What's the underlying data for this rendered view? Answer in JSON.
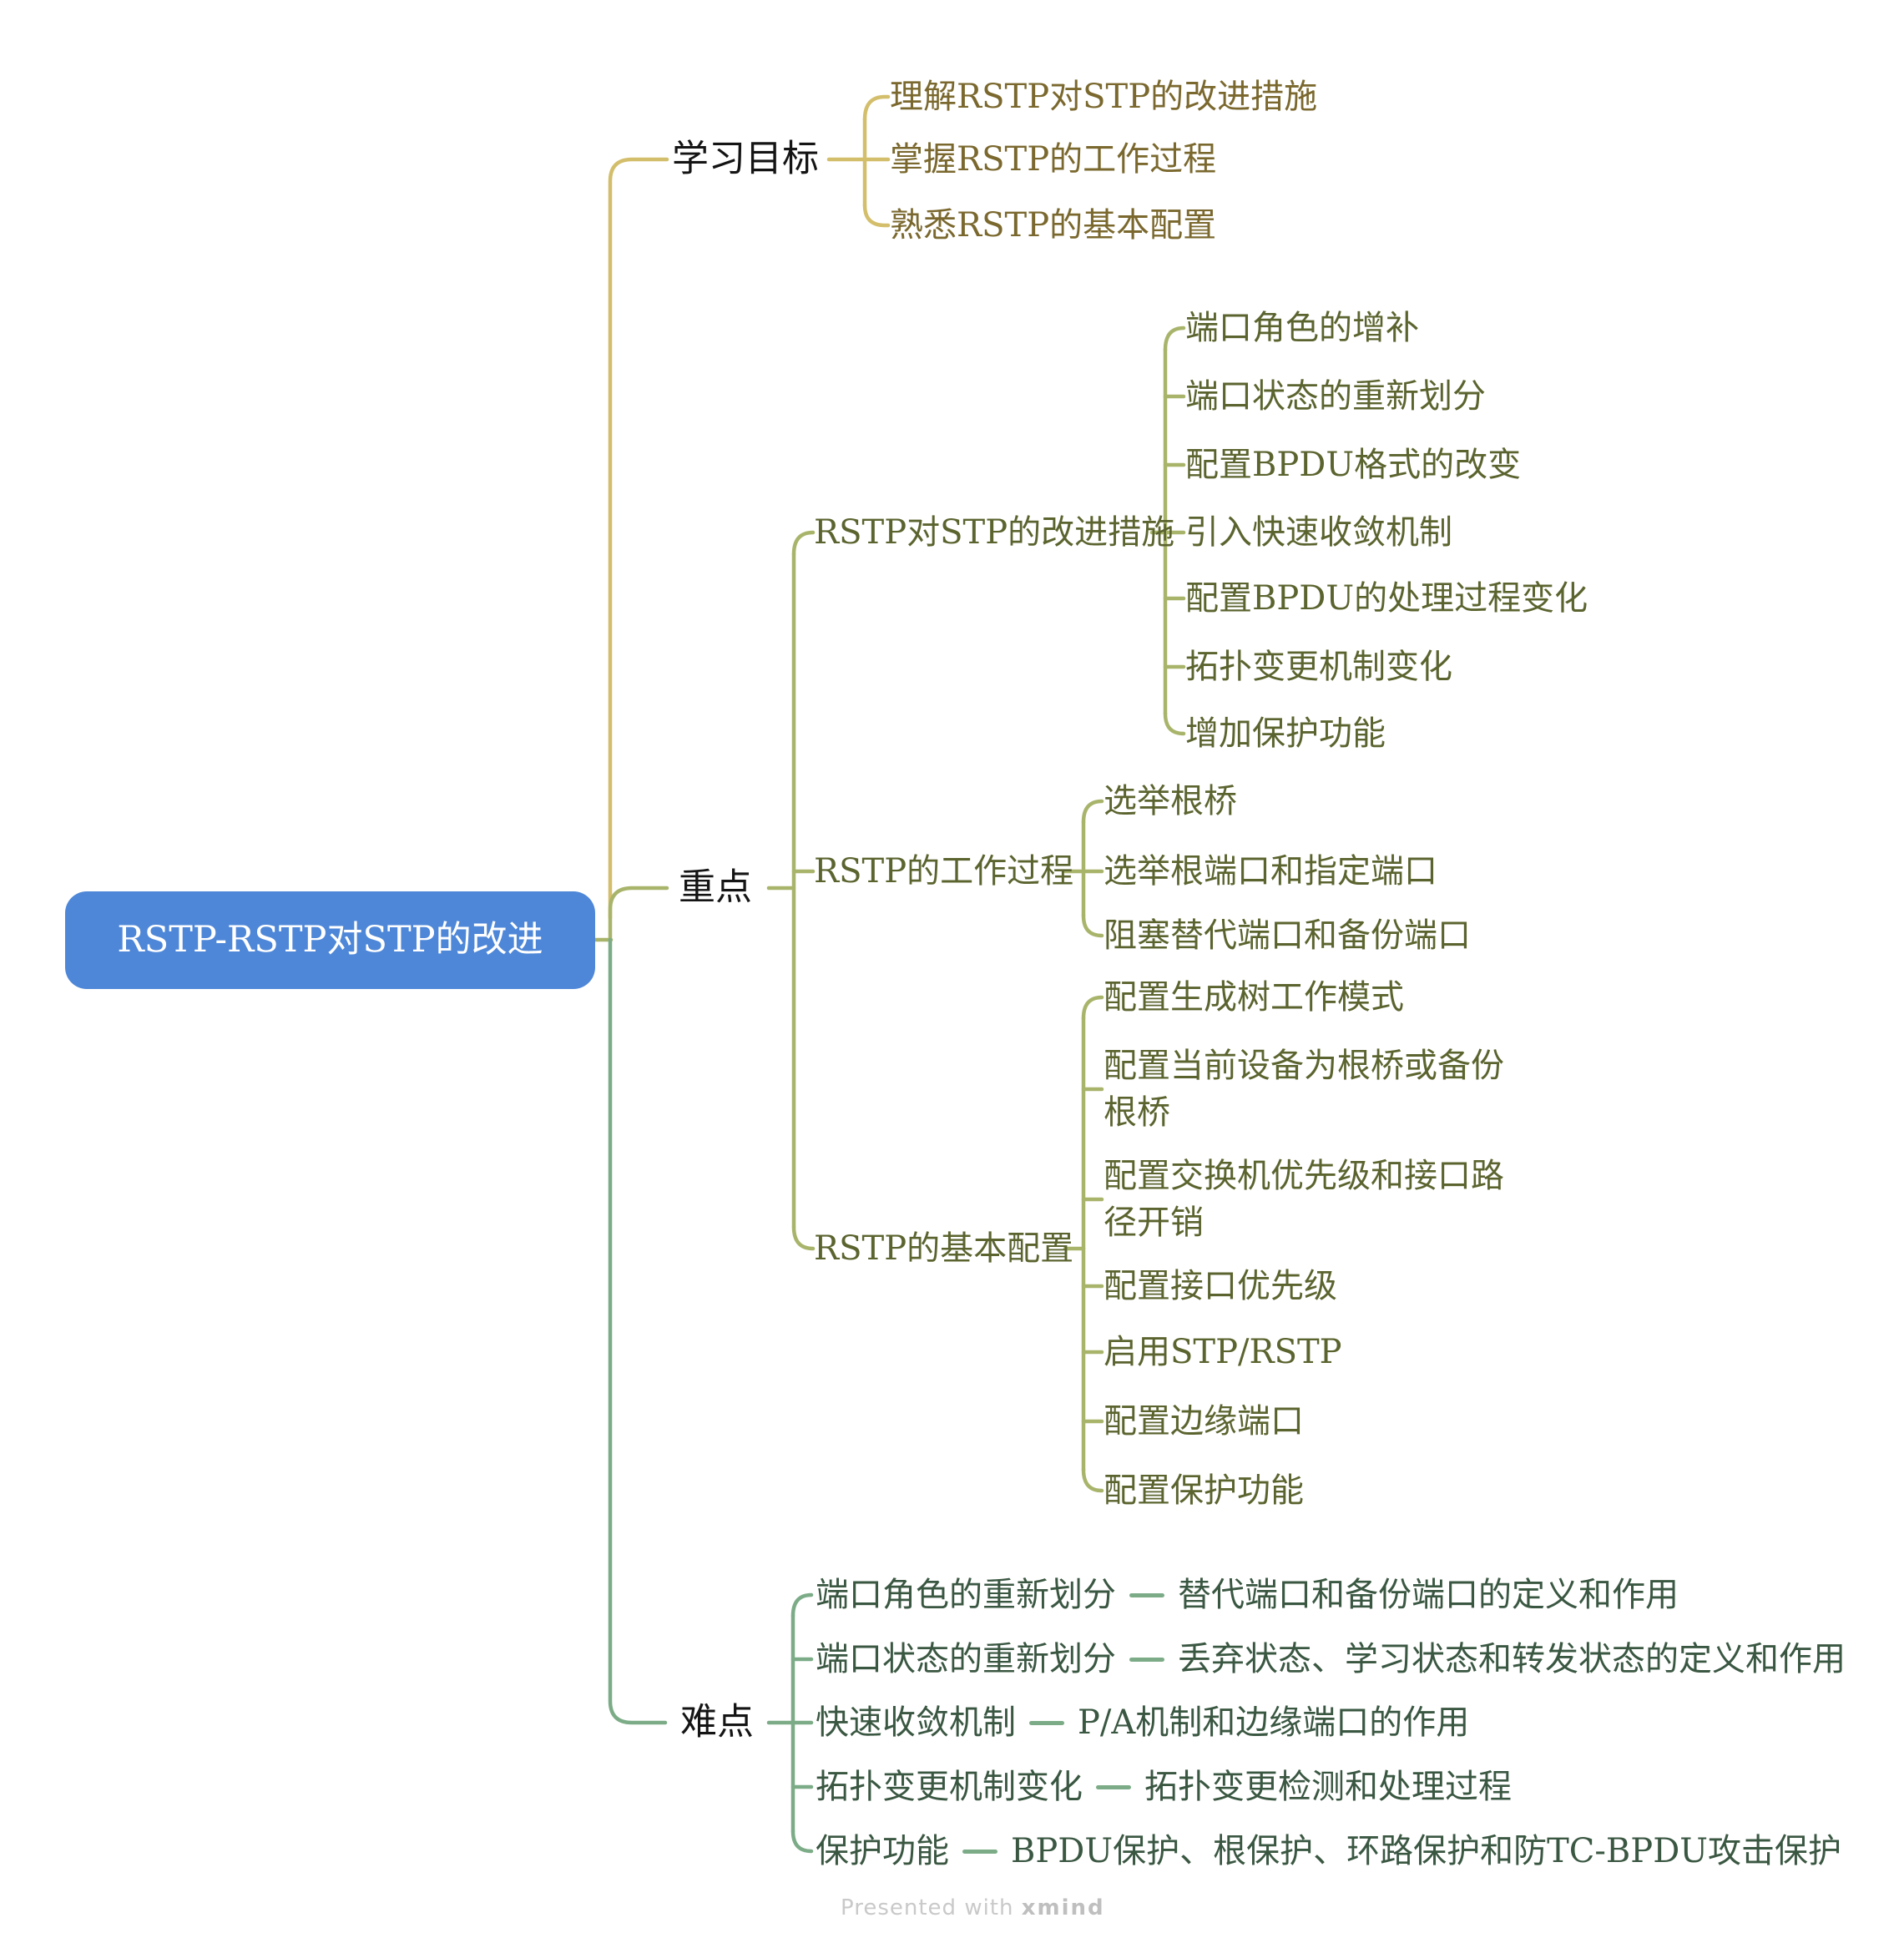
{
  "root": {
    "label": "RSTP-RSTP对STP的改进"
  },
  "colors": {
    "root_fill": "#4e87d8",
    "root_text": "#ffffff",
    "branch_goals_line": "#d3be6b",
    "branch_goals_text": "#7a682e",
    "branch_key_line": "#a9b46b",
    "branch_key_text": "#5b642f",
    "branch_difficult_line": "#7cac87",
    "branch_difficult_text": "#3a5742",
    "level1_text": "#141414"
  },
  "branches": {
    "goals": {
      "label": "学习目标",
      "children": [
        "理解RSTP对STP的改进措施",
        "掌握RSTP的工作过程",
        "熟悉RSTP的基本配置"
      ]
    },
    "key": {
      "label": "重点",
      "subtopics": [
        {
          "label": "RSTP对STP的改进措施",
          "children": [
            "端口角色的增补",
            "端口状态的重新划分",
            "配置BPDU格式的改变",
            "引入快速收敛机制",
            "配置BPDU的处理过程变化",
            "拓扑变更机制变化",
            "增加保护功能"
          ]
        },
        {
          "label": "RSTP的工作过程",
          "children": [
            "选举根桥",
            "选举根端口和指定端口",
            "阻塞替代端口和备份端口"
          ]
        },
        {
          "label": "RSTP的基本配置",
          "children": [
            "配置生成树工作模式",
            "配置当前设备为根桥或备份根桥",
            "配置交换机优先级和接口路径开销",
            "配置接口优先级",
            "启用STP/RSTP",
            "配置边缘端口",
            "配置保护功能"
          ]
        }
      ]
    },
    "difficult": {
      "label": "难点",
      "pairs": [
        {
          "topic": "端口角色的重新划分",
          "detail": "替代端口和备份端口的定义和作用"
        },
        {
          "topic": "端口状态的重新划分",
          "detail": "丢弃状态、学习状态和转发状态的定义和作用"
        },
        {
          "topic": "快速收敛机制",
          "detail": "P/A机制和边缘端口的作用"
        },
        {
          "topic": "拓扑变更机制变化",
          "detail": "拓扑变更检测和处理过程"
        },
        {
          "topic": "保护功能",
          "detail": "BPDU保护、根保护、环路保护和防TC-BPDU攻击保护"
        }
      ]
    }
  },
  "footer": {
    "text": "Presented with ",
    "brand": "xmind"
  }
}
